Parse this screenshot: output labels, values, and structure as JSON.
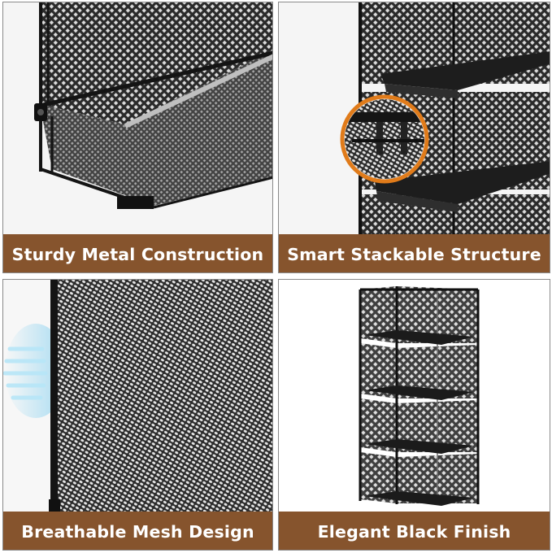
{
  "colors": {
    "caption_bg": "#86542d",
    "caption_text": "#ffffff",
    "metal": "#1e1e1e",
    "background": "#f7f7f7",
    "highlight_ring": "#e07b1a",
    "airflow": "#8fd3f0"
  },
  "panels": [
    {
      "caption": "Sturdy Metal Construction"
    },
    {
      "caption": "Smart Stackable Structure"
    },
    {
      "caption": "Breathable Mesh Design"
    },
    {
      "caption": "Elegant Black Finish"
    }
  ]
}
